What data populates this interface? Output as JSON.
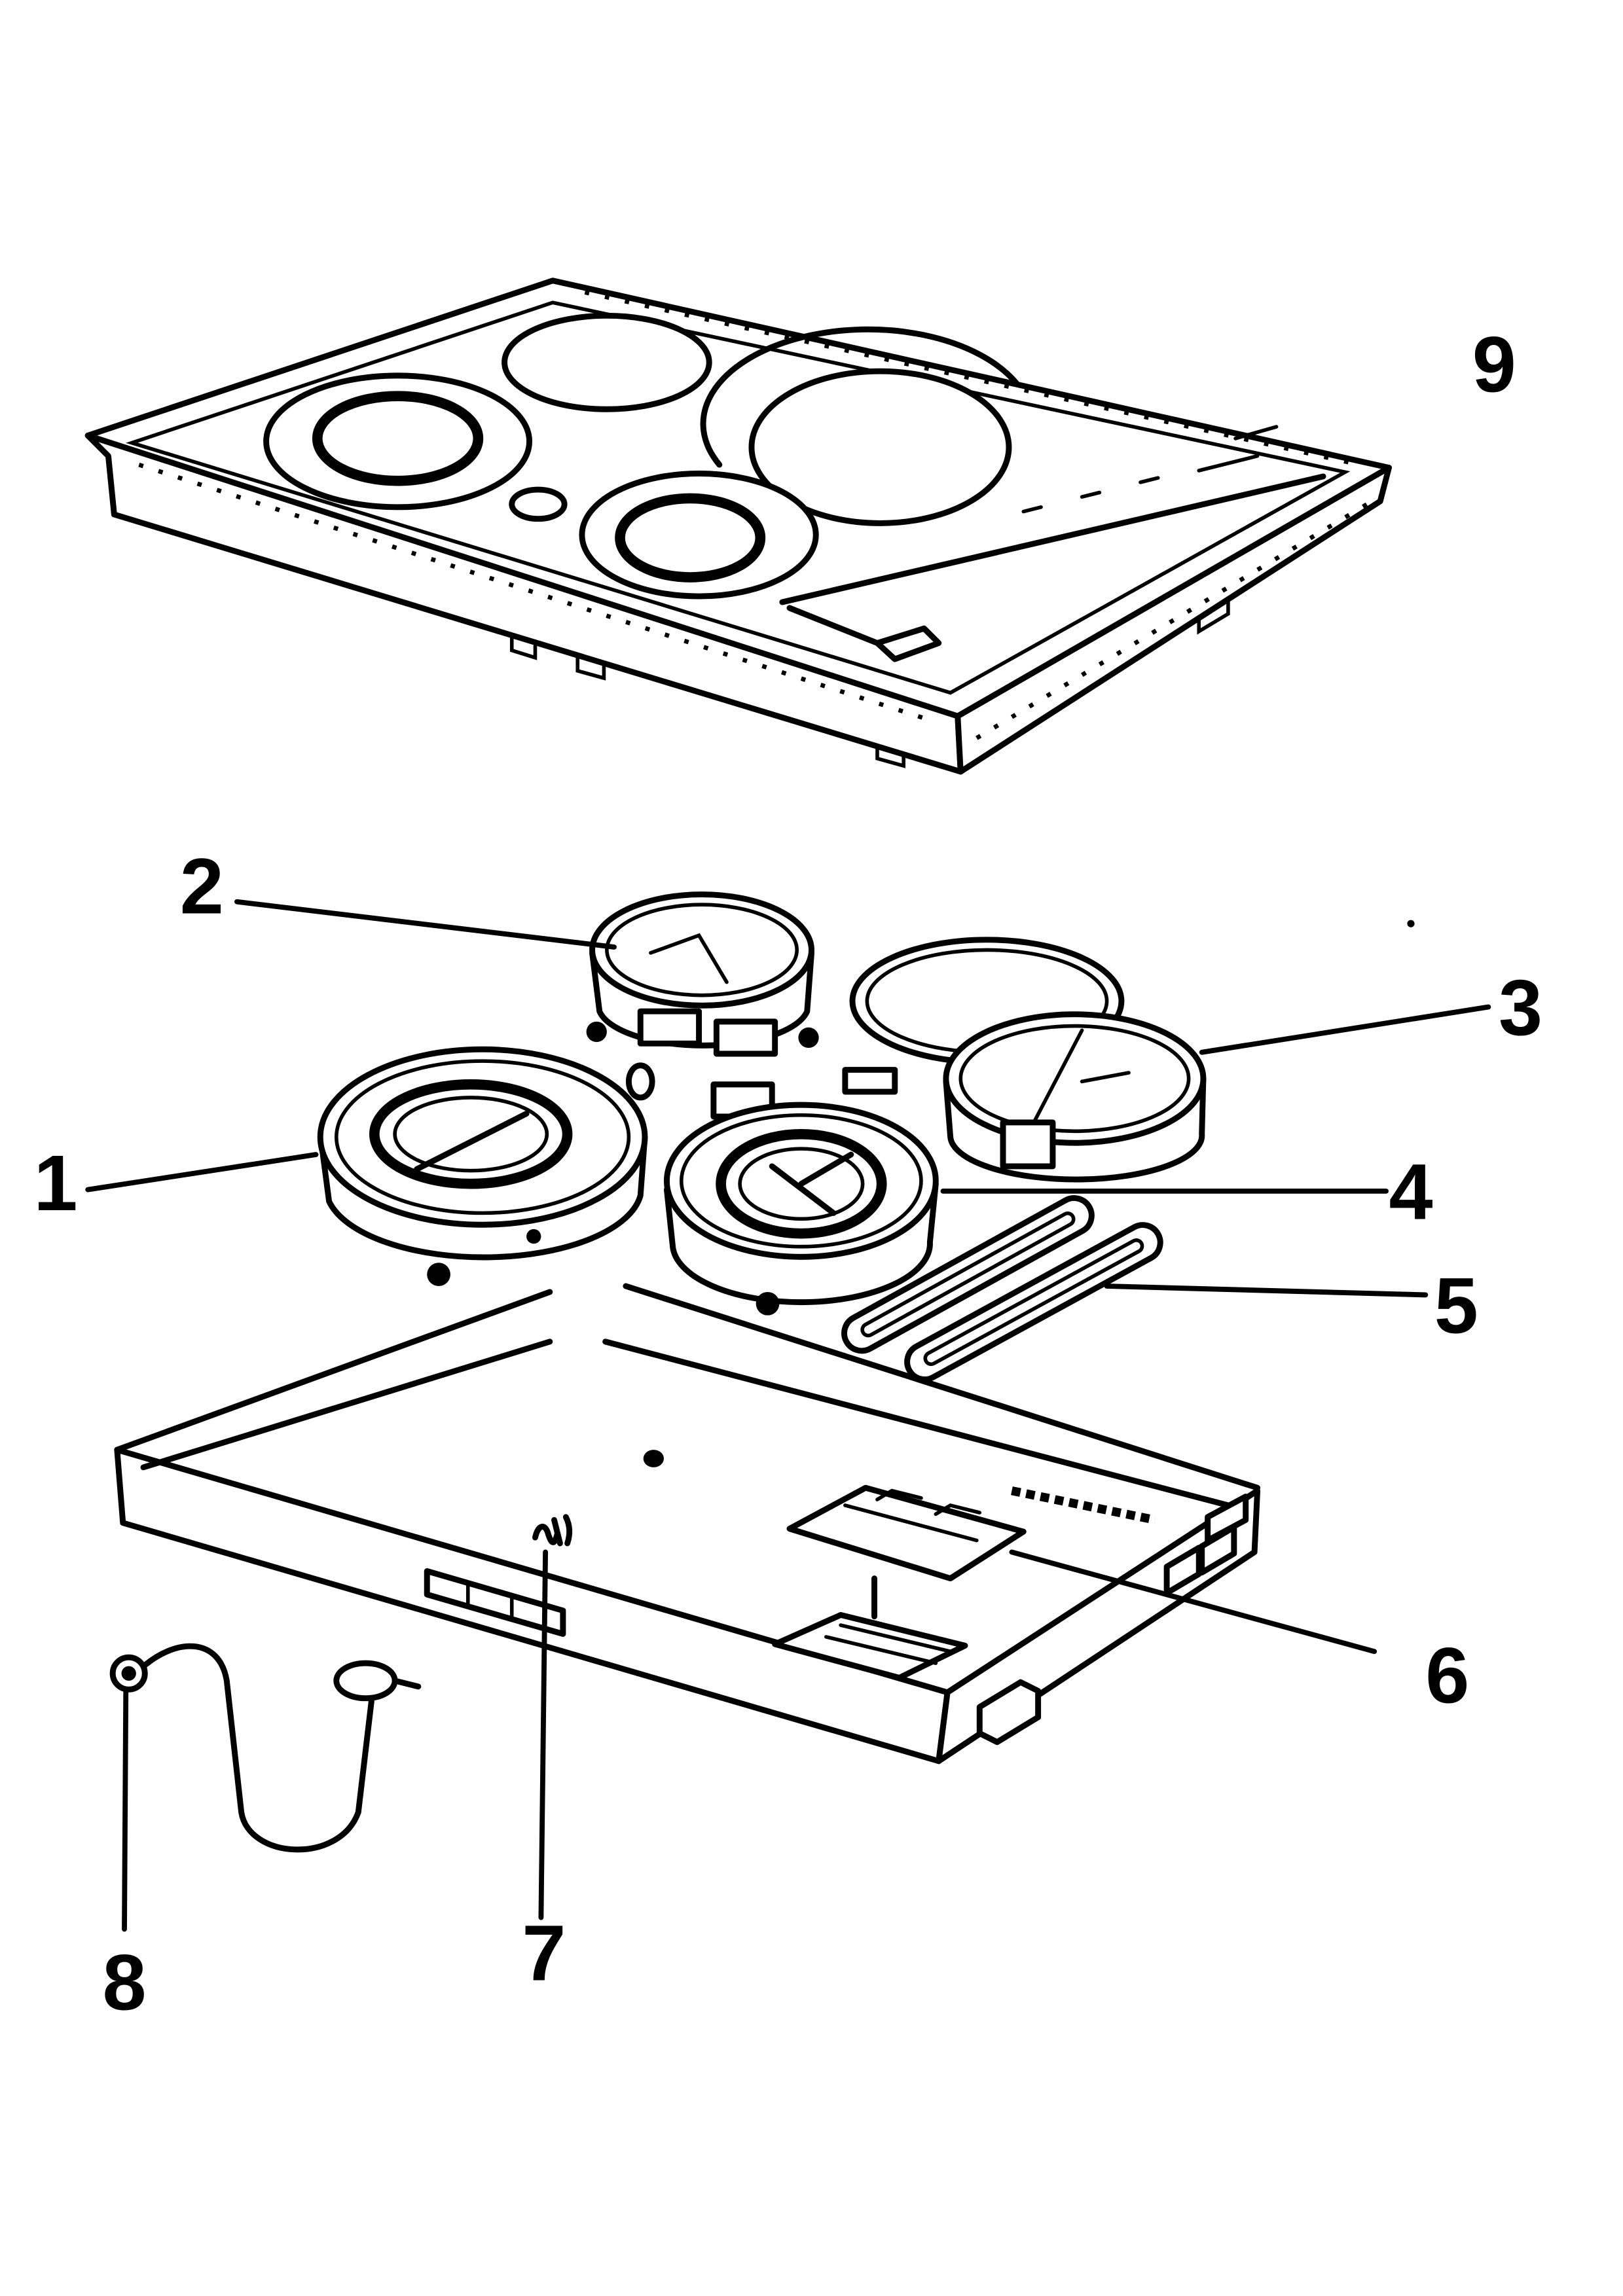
{
  "callouts": {
    "part_1": "1",
    "part_2": "2",
    "part_3": "3",
    "part_4": "4",
    "part_5": "5",
    "part_6": "6",
    "part_7": "7",
    "part_8": "8",
    "part_9": "9"
  },
  "colors": {
    "ink": "#000000",
    "paper": "#ffffff"
  }
}
